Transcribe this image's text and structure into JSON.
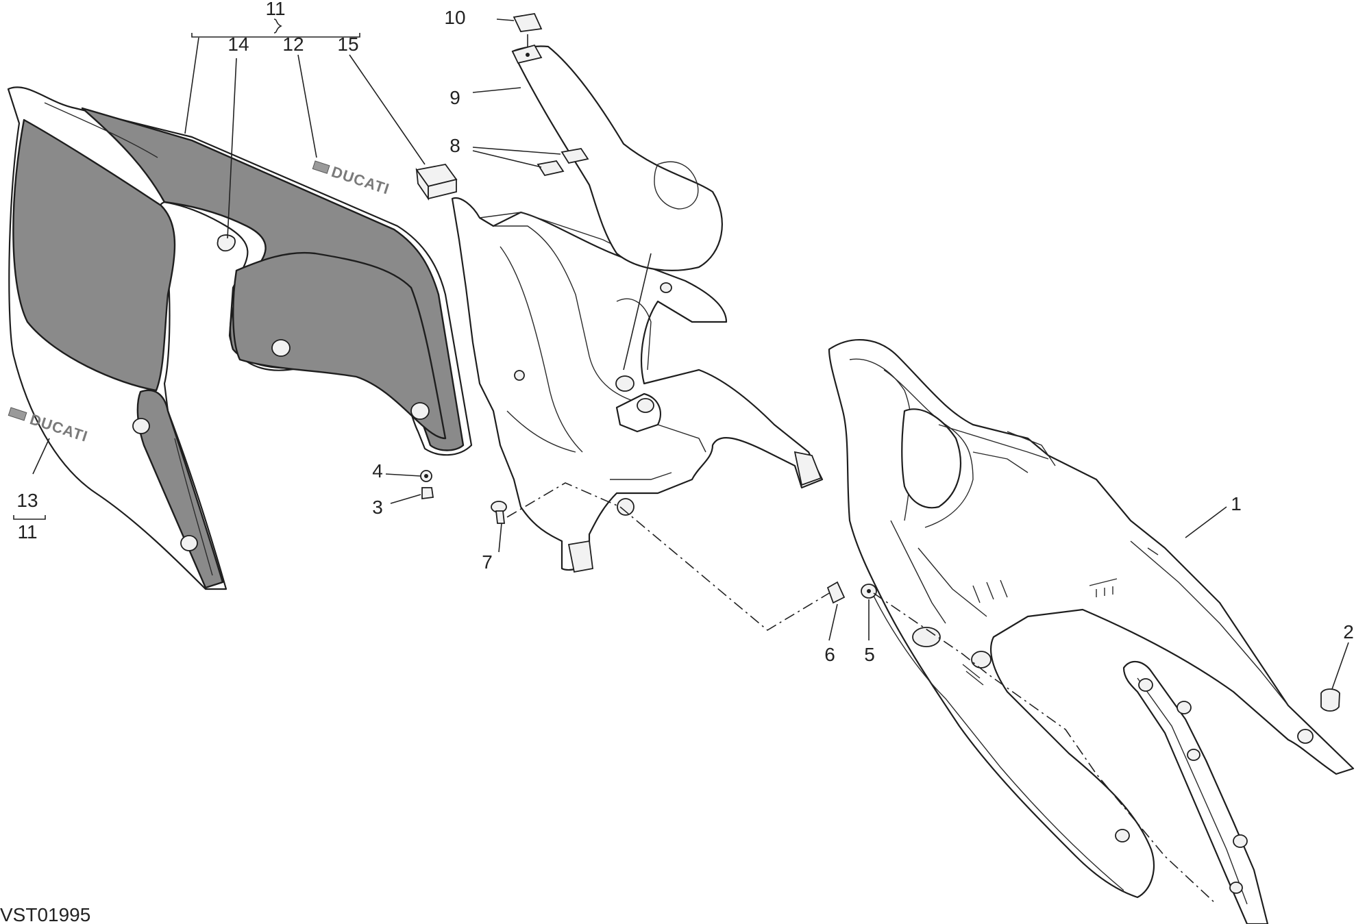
{
  "diagram": {
    "code": "VST01995",
    "callouts": {
      "c1": "1",
      "c2": "2",
      "c3": "3",
      "c4": "4",
      "c5": "5",
      "c6": "6",
      "c7": "7",
      "c8": "8",
      "c9": "9",
      "c10": "10",
      "c11_top": "11",
      "c11_bottom": "11",
      "c12": "12",
      "c13": "13",
      "c14": "14",
      "c15": "15"
    },
    "decal_text": "DUCATI",
    "colors": {
      "panel_grey": "#8a8a8a",
      "line": "#1e1e1e"
    }
  }
}
